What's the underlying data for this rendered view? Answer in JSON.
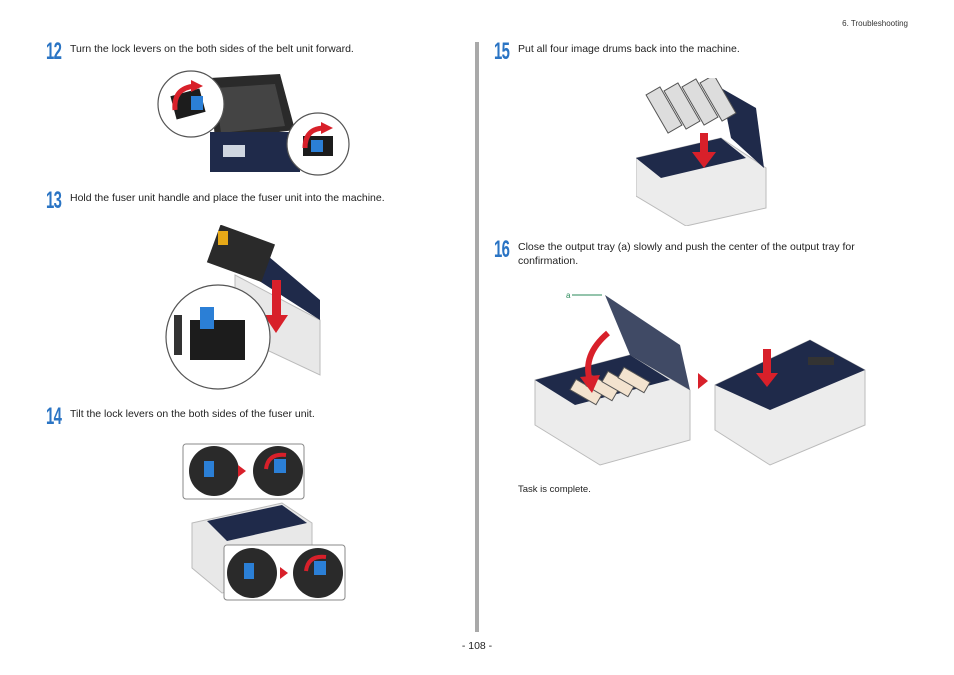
{
  "header": {
    "section": "6. Troubleshooting"
  },
  "steps": [
    {
      "number": "12",
      "text": "Turn the lock levers on the both sides of the belt unit forward."
    },
    {
      "number": "13",
      "text": "Hold the fuser unit handle and place the fuser unit into the machine."
    },
    {
      "number": "14",
      "text": "Tilt the lock levers on the both sides of the fuser unit."
    },
    {
      "number": "15",
      "text": "Put all four image drums back into the machine."
    },
    {
      "number": "16",
      "text": "Close the output tray (a) slowly and push the center of the output tray for confirmation."
    }
  ],
  "callout_label": "a",
  "note": "Task is complete.",
  "footer": {
    "page": "- 108 -"
  },
  "colors": {
    "step_number": "#2a74c4",
    "printer_blue": "#1f2a4a",
    "arrow_red": "#d8202a",
    "lever_blue": "#2b7fd6"
  }
}
